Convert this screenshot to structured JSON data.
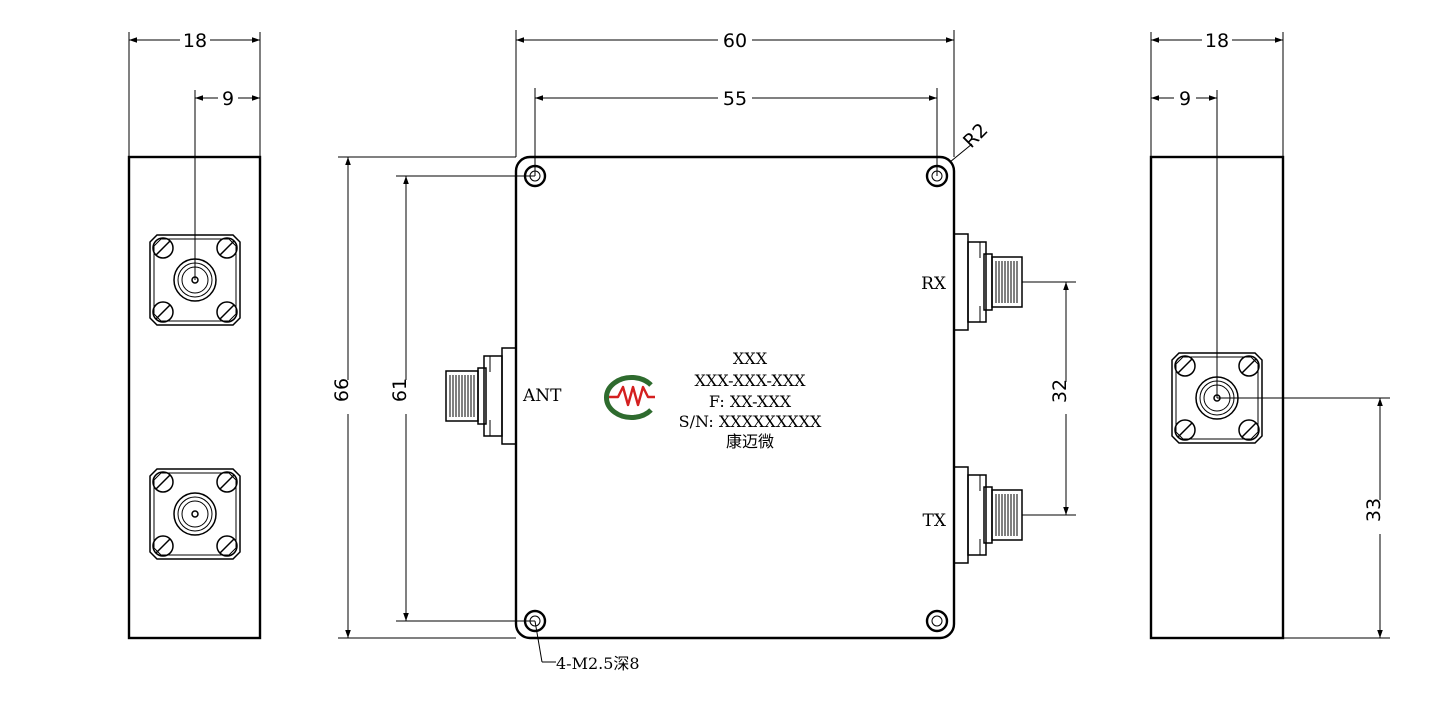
{
  "dimensions": {
    "left_width": "18",
    "left_half": "9",
    "front_width": "60",
    "hole_spacing_x": "55",
    "corner_radius": "R2",
    "front_height": "66",
    "hole_spacing_y": "61",
    "port_spacing": "32",
    "right_width": "18",
    "right_half": "9",
    "right_port_height": "33"
  },
  "ports": {
    "ant": "ANT",
    "rx": "RX",
    "tx": "TX"
  },
  "label": {
    "line1": "XXX",
    "line2": "XXX-XXX-XXX",
    "line3": "F: XX-XXX",
    "line4": "S/N: XXXXXXXXX",
    "line5": "康迈微"
  },
  "holes_note": "4-M2.5深8",
  "logo": {
    "name": "cmw-logo",
    "ring_color": "#2e6b2e",
    "wave_color": "#d42020"
  }
}
